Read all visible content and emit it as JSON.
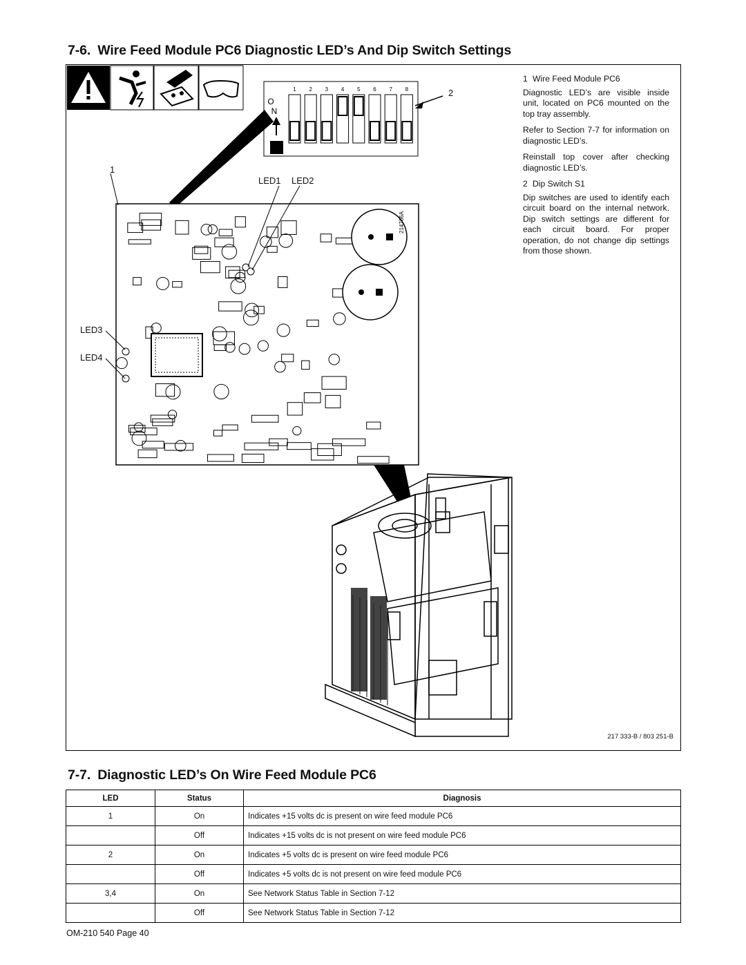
{
  "section_76": {
    "number": "7-6.",
    "title": "Wire Feed Module PC6 Diagnostic LED’s And Dip Switch Settings"
  },
  "section_77": {
    "number": "7-7.",
    "title": "Diagnostic LED’s On Wire Feed Module PC6"
  },
  "legend": {
    "item1": {
      "number": "1",
      "label": "Wire Feed Module PC6"
    },
    "paragraphs1": [
      "Diagnostic LED’s are visible inside unit, located on PC6 mounted on the top tray assembly.",
      "Refer to Section 7-7 for information on diagnostic LED’s.",
      "Reinstall top cover after checking diagnostic LED’s."
    ],
    "item2": {
      "number": "2",
      "label": "Dip Switch S1"
    },
    "paragraphs2": [
      "Dip switches are used to identify each circuit board on the internal network. Dip switch settings are different for each circuit board. For proper operation, do not change dip settings from those shown."
    ]
  },
  "figure": {
    "callout_1": "1",
    "callout_2": "2",
    "led_labels": {
      "led1": "LED1",
      "led2": "LED2",
      "led3": "LED3",
      "led4": "LED4"
    },
    "dip_numbers": [
      "1",
      "2",
      "3",
      "4",
      "5",
      "6",
      "7",
      "8"
    ],
    "dip_positions": [
      "off",
      "off",
      "off",
      "on",
      "on",
      "off",
      "off",
      "off"
    ],
    "on_label_o": "O",
    "on_label_n": "N",
    "board_mark": "214766A",
    "part_number": "217 333-B / 803 251-B"
  },
  "table": {
    "headers": {
      "led": "LED",
      "status": "Status",
      "diagnosis": "Diagnosis"
    },
    "rows": [
      {
        "led": "1",
        "status": "On",
        "diagnosis": "Indicates +15 volts dc is present on wire feed module PC6"
      },
      {
        "led": "",
        "status": "Off",
        "diagnosis": "Indicates +15 volts dc is not present on wire feed module PC6"
      },
      {
        "led": "2",
        "status": "On",
        "diagnosis": "Indicates +5 volts dc is present on wire feed module PC6"
      },
      {
        "led": "",
        "status": "Off",
        "diagnosis": "Indicates +5 volts dc is not present on wire feed module PC6"
      },
      {
        "led": "3,4",
        "status": "On",
        "diagnosis": "See Network Status Table in Section 7-12"
      },
      {
        "led": "",
        "status": "Off",
        "diagnosis": "See Network Status Table in Section 7-12"
      }
    ]
  },
  "footer": "OM-210 540 Page 40"
}
